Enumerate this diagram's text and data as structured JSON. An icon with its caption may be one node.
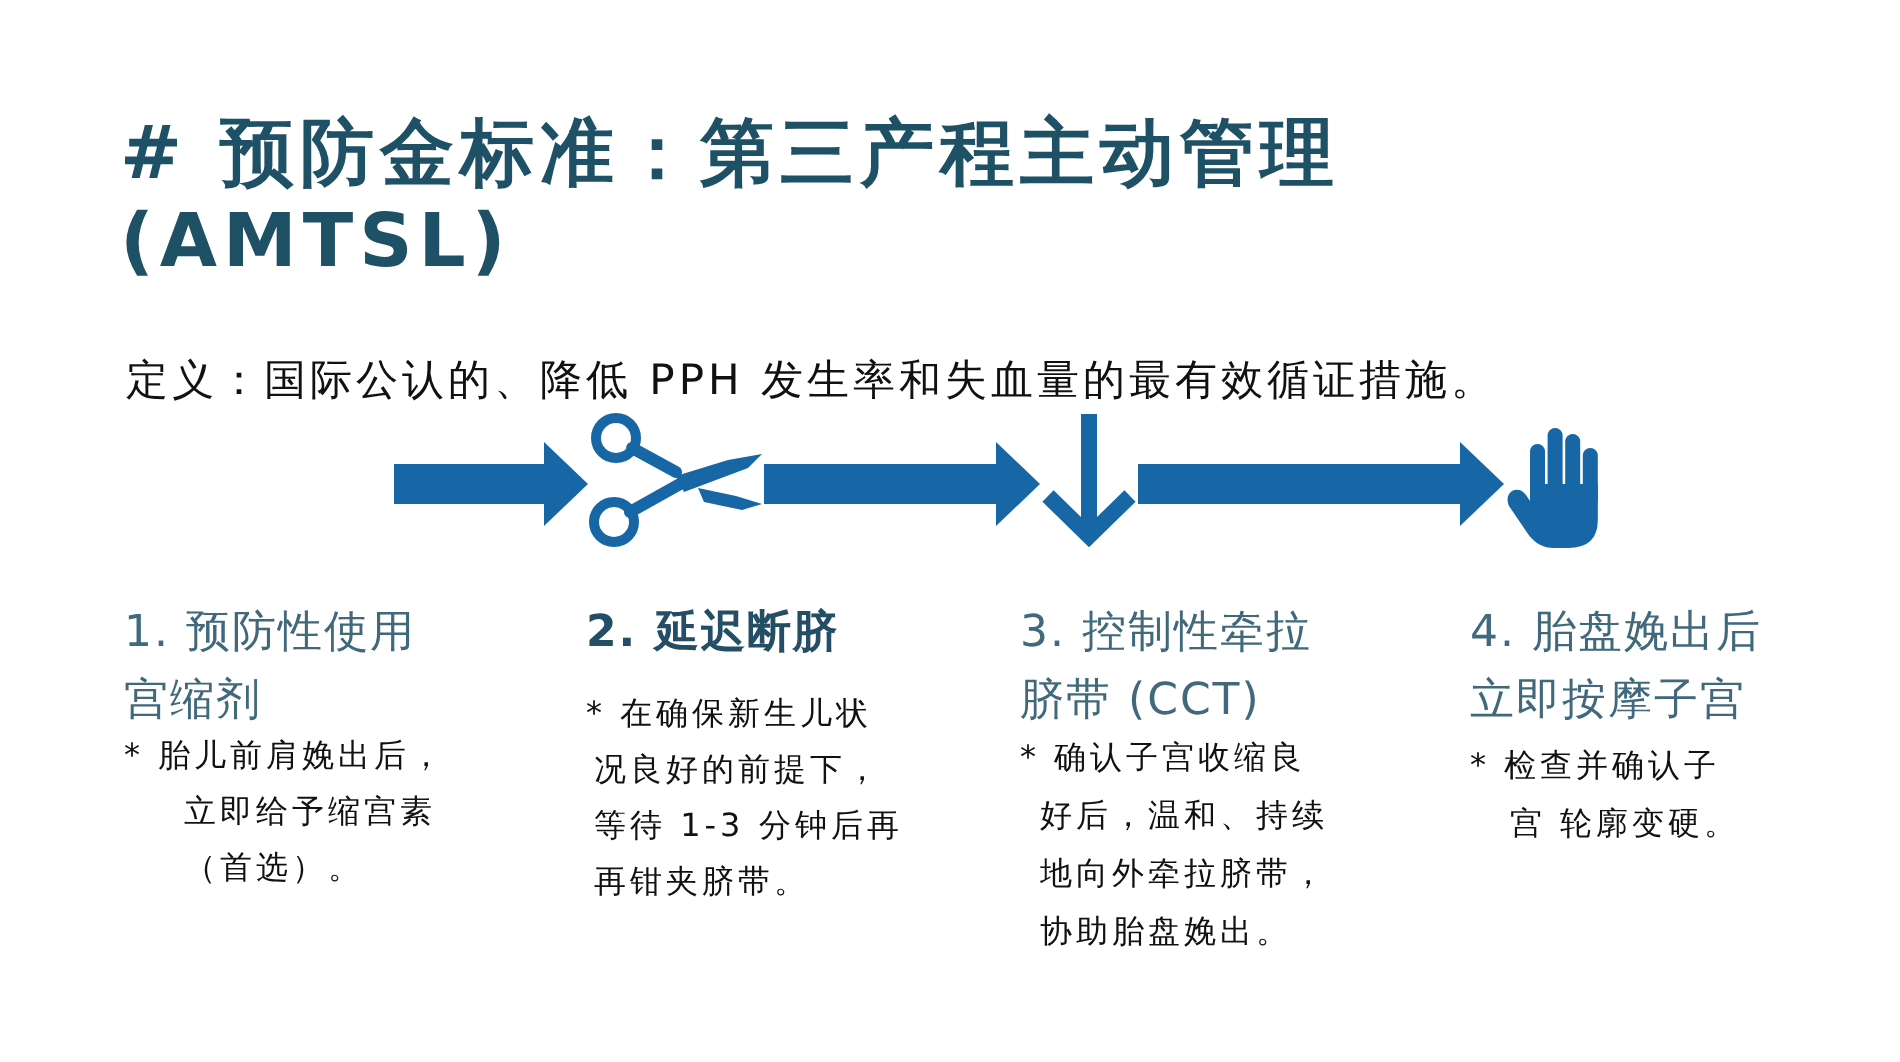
{
  "diagram": {
    "title": "# 预防金标准：第三产程主动管理 (AMTSL)",
    "nodes": [
      {
        "text": [],
        "shape": "picture",
        "beside": [
          "2. 延迟断脐",
          "* 在确保新生儿状况良好的前提下，等待 1-3 分钟后再再钳夹脐带。"
        ]
      },
      {
        "text": [],
        "shape": "arrow",
        "beside": [
          "3. 控制性牵拉脐带 (CCT)",
          "* 确认子宫收缩良好后，温和、持续地向外牵拉脐带，协助胎盘娩出。"
        ]
      },
      {
        "text": [],
        "shape": "picture",
        "beside": [
          "4. 胎盘娩出后立即按摩子宫",
          "* 检查并确认子宫 轮廓变硬。"
        ]
      }
    ],
    "edges": [
      {
        "from": null,
        "to": 0,
        "arrow": "to"
      },
      {
        "from": 0,
        "to": 1,
        "arrow": "to"
      },
      {
        "from": 1,
        "to": 2,
        "arrow": "to"
      }
    ],
    "labels": [
      "定义：国际公认的、降低 PPH 发生率和失血量的最有效循证措施。",
      "1. 预防性使用宫缩剂",
      "* 胎儿前肩娩出后，立即给予缩宫素（首选）。"
    ]
  }
}
